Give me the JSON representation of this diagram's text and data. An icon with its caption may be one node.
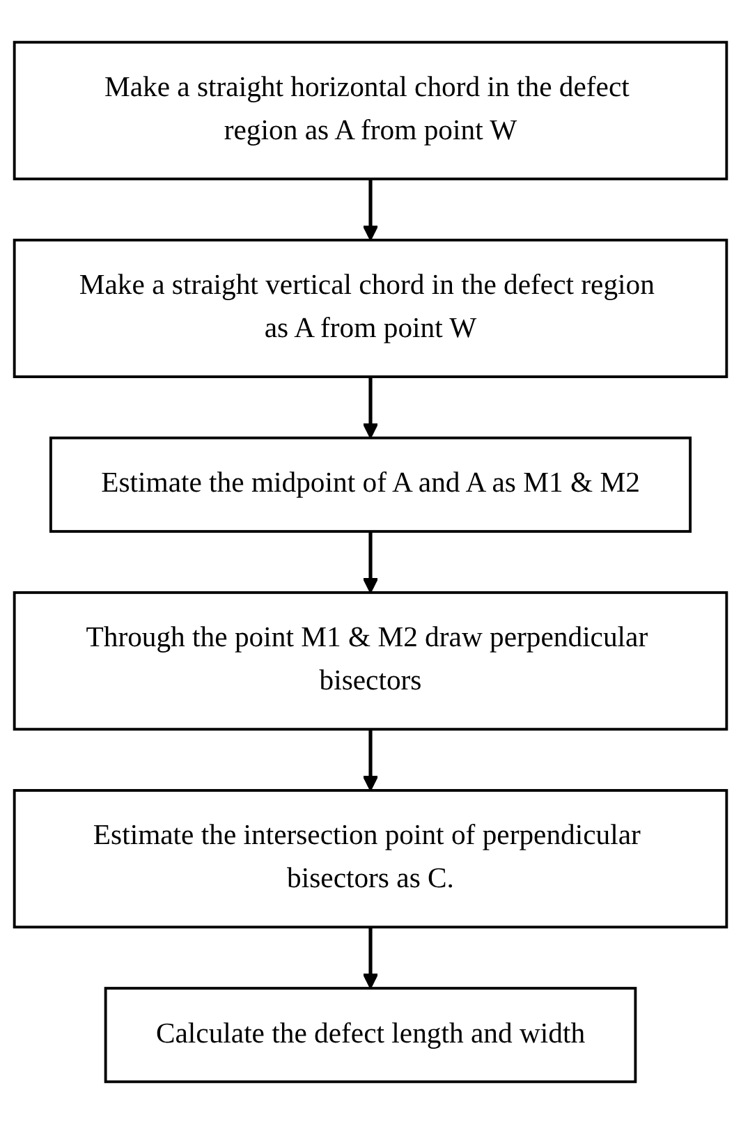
{
  "diagram": {
    "nodes": [
      {
        "text": [
          "Make a straight horizontal chord in the defect region as A from point W"
        ]
      },
      {
        "text": [
          "Make a straight vertical chord in the defect region as A from point W"
        ]
      },
      {
        "text": [
          "Estimate the midpoint of A and A as M1 & M2"
        ]
      },
      {
        "text": [
          "Through the point M1 & M2 draw perpendicular bisectors"
        ]
      },
      {
        "text": [
          "Estimate the intersection point of perpendicular bisectors as C."
        ]
      },
      {
        "text": [
          "Calculate the defect length and width"
        ]
      }
    ],
    "edges": [
      {
        "from": 0,
        "to": 1,
        "arrow": "to"
      },
      {
        "from": 1,
        "to": 2,
        "arrow": "to"
      },
      {
        "from": 2,
        "to": 3,
        "arrow": "to"
      },
      {
        "from": 3,
        "to": 4,
        "arrow": "to"
      },
      {
        "from": 4,
        "to": 5,
        "arrow": "to"
      }
    ]
  }
}
